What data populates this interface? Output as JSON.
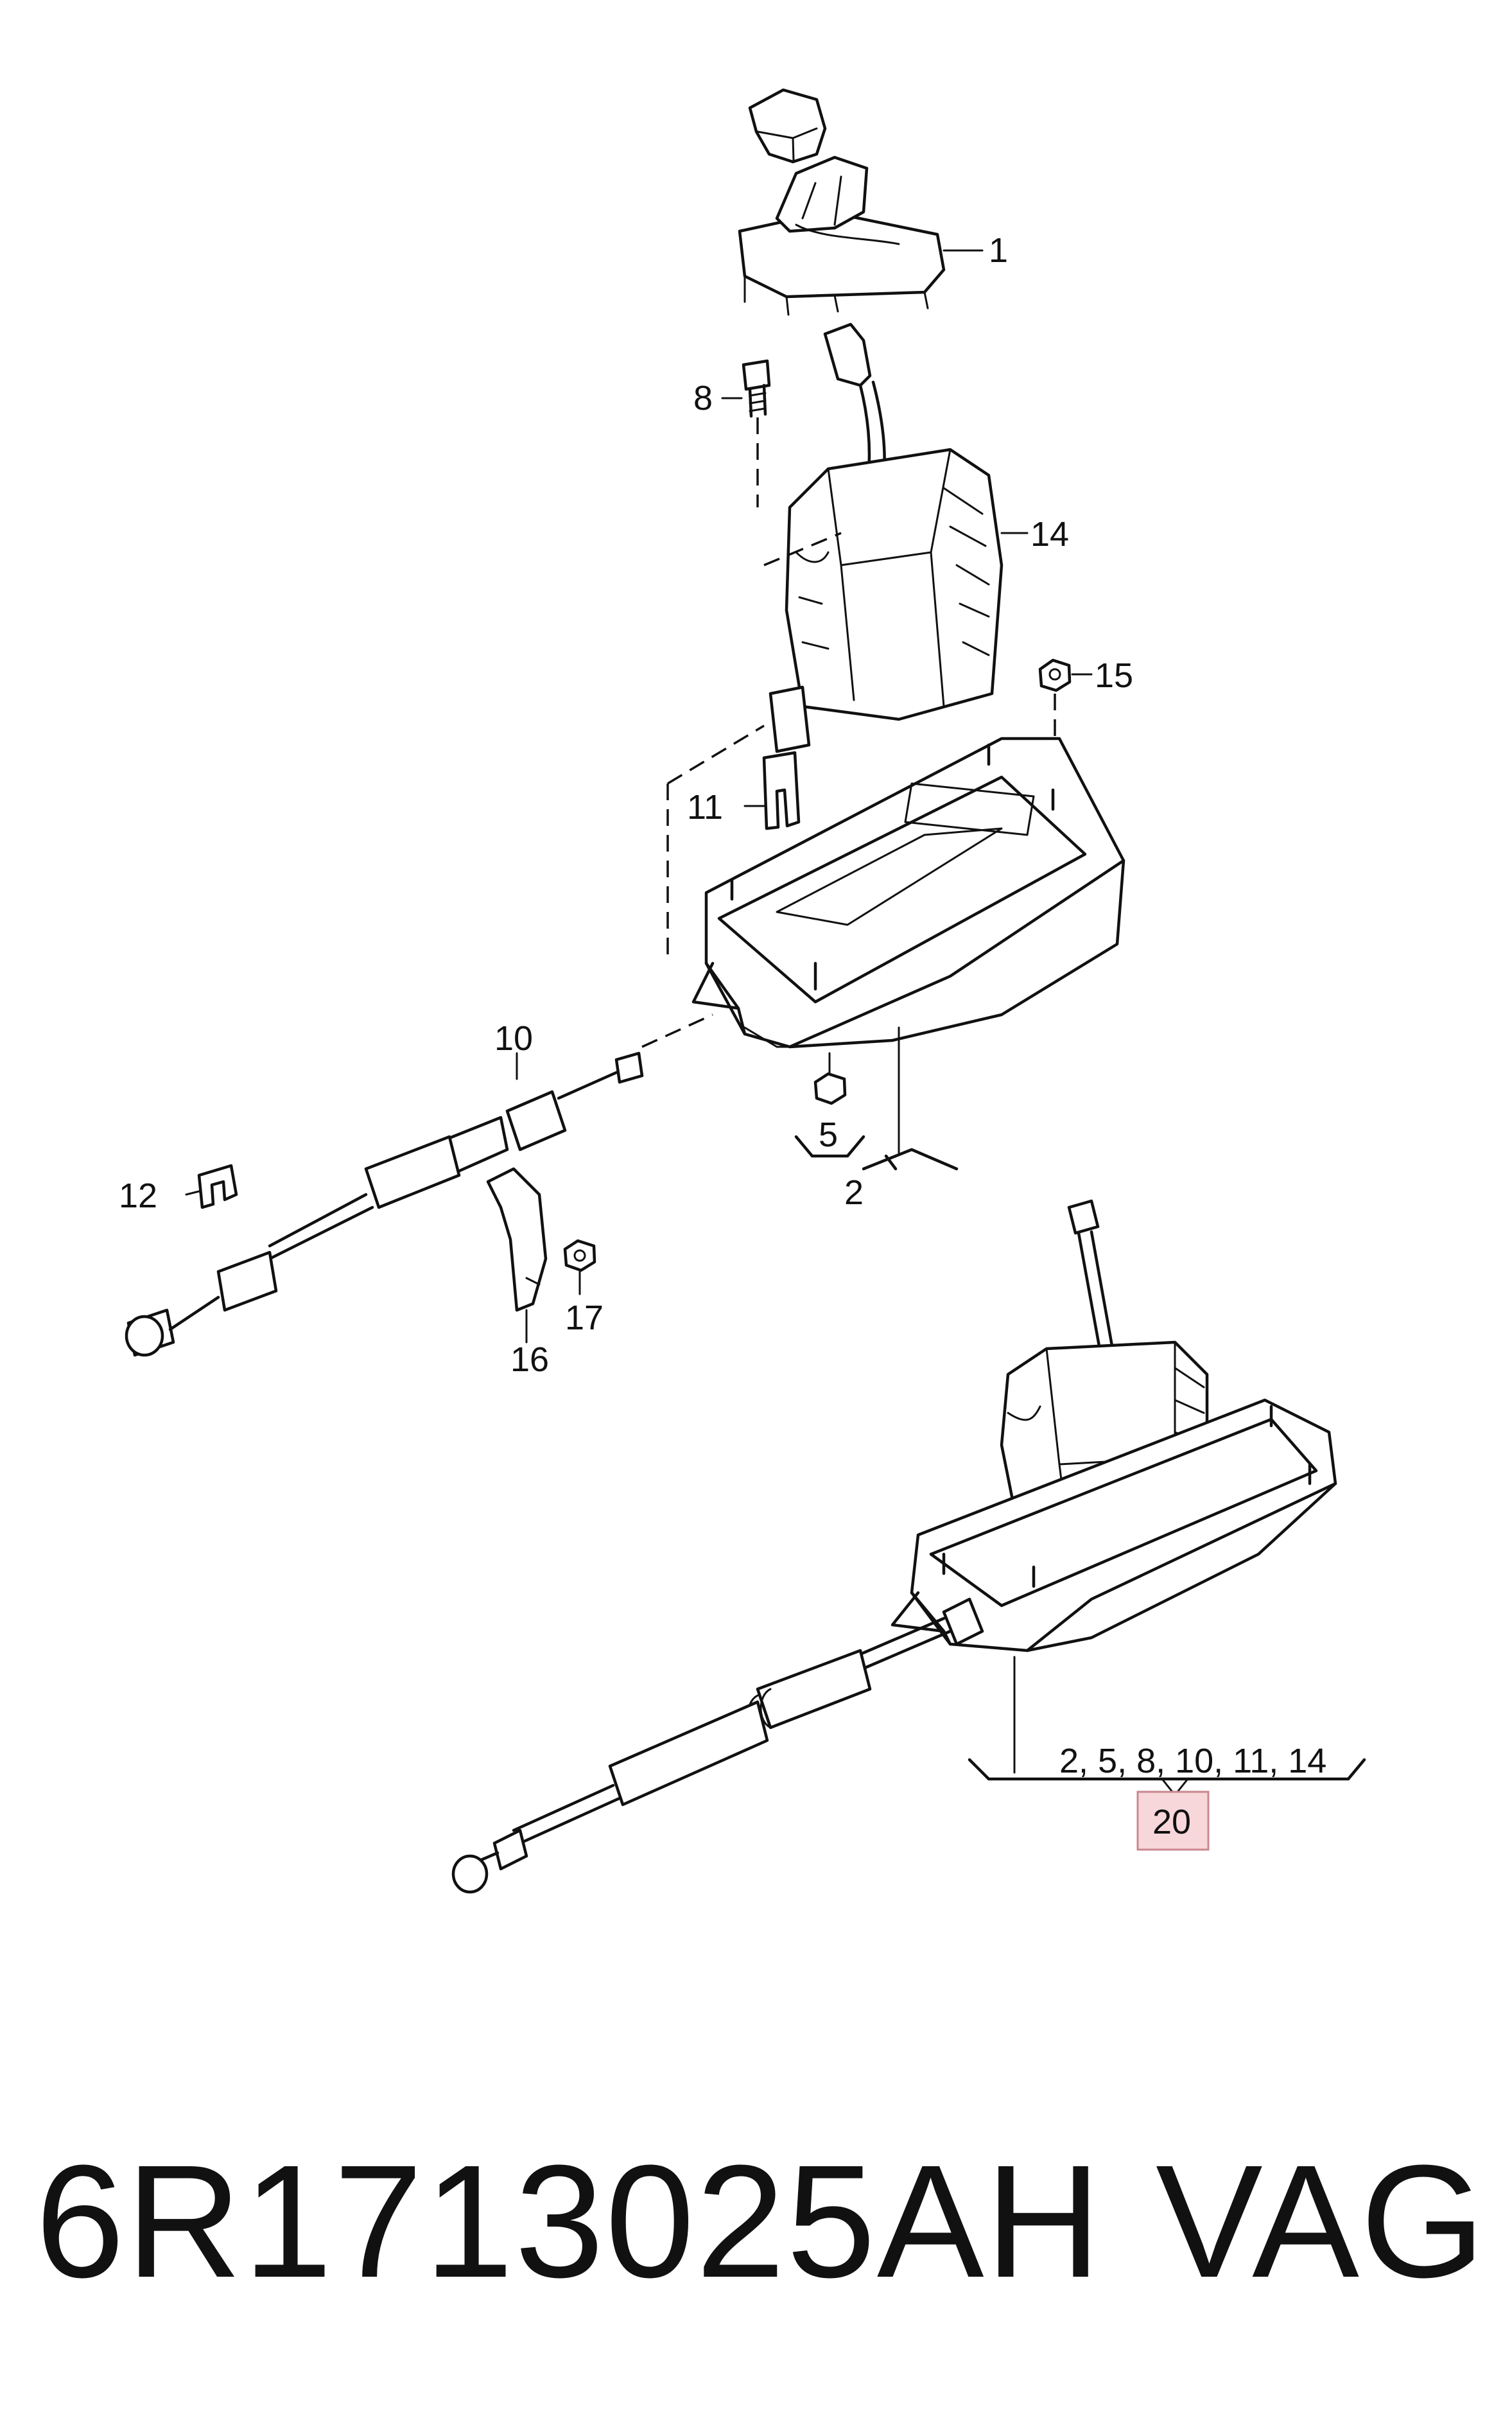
{
  "labels": {
    "l1": "1",
    "l2": "2",
    "l5": "5",
    "l8": "8",
    "l10": "10",
    "l11": "11",
    "l12": "12",
    "l14": "14",
    "l15": "15",
    "l16": "16",
    "l17": "17",
    "l20": "20"
  },
  "assembly_list": "2, 5, 8,  10, 11, 14",
  "part_number": "6R1713025AH",
  "brand": "VAG",
  "colors": {
    "highlight_fill": "#f7d7da",
    "highlight_stroke": "#c9878e",
    "line": "#111111"
  }
}
